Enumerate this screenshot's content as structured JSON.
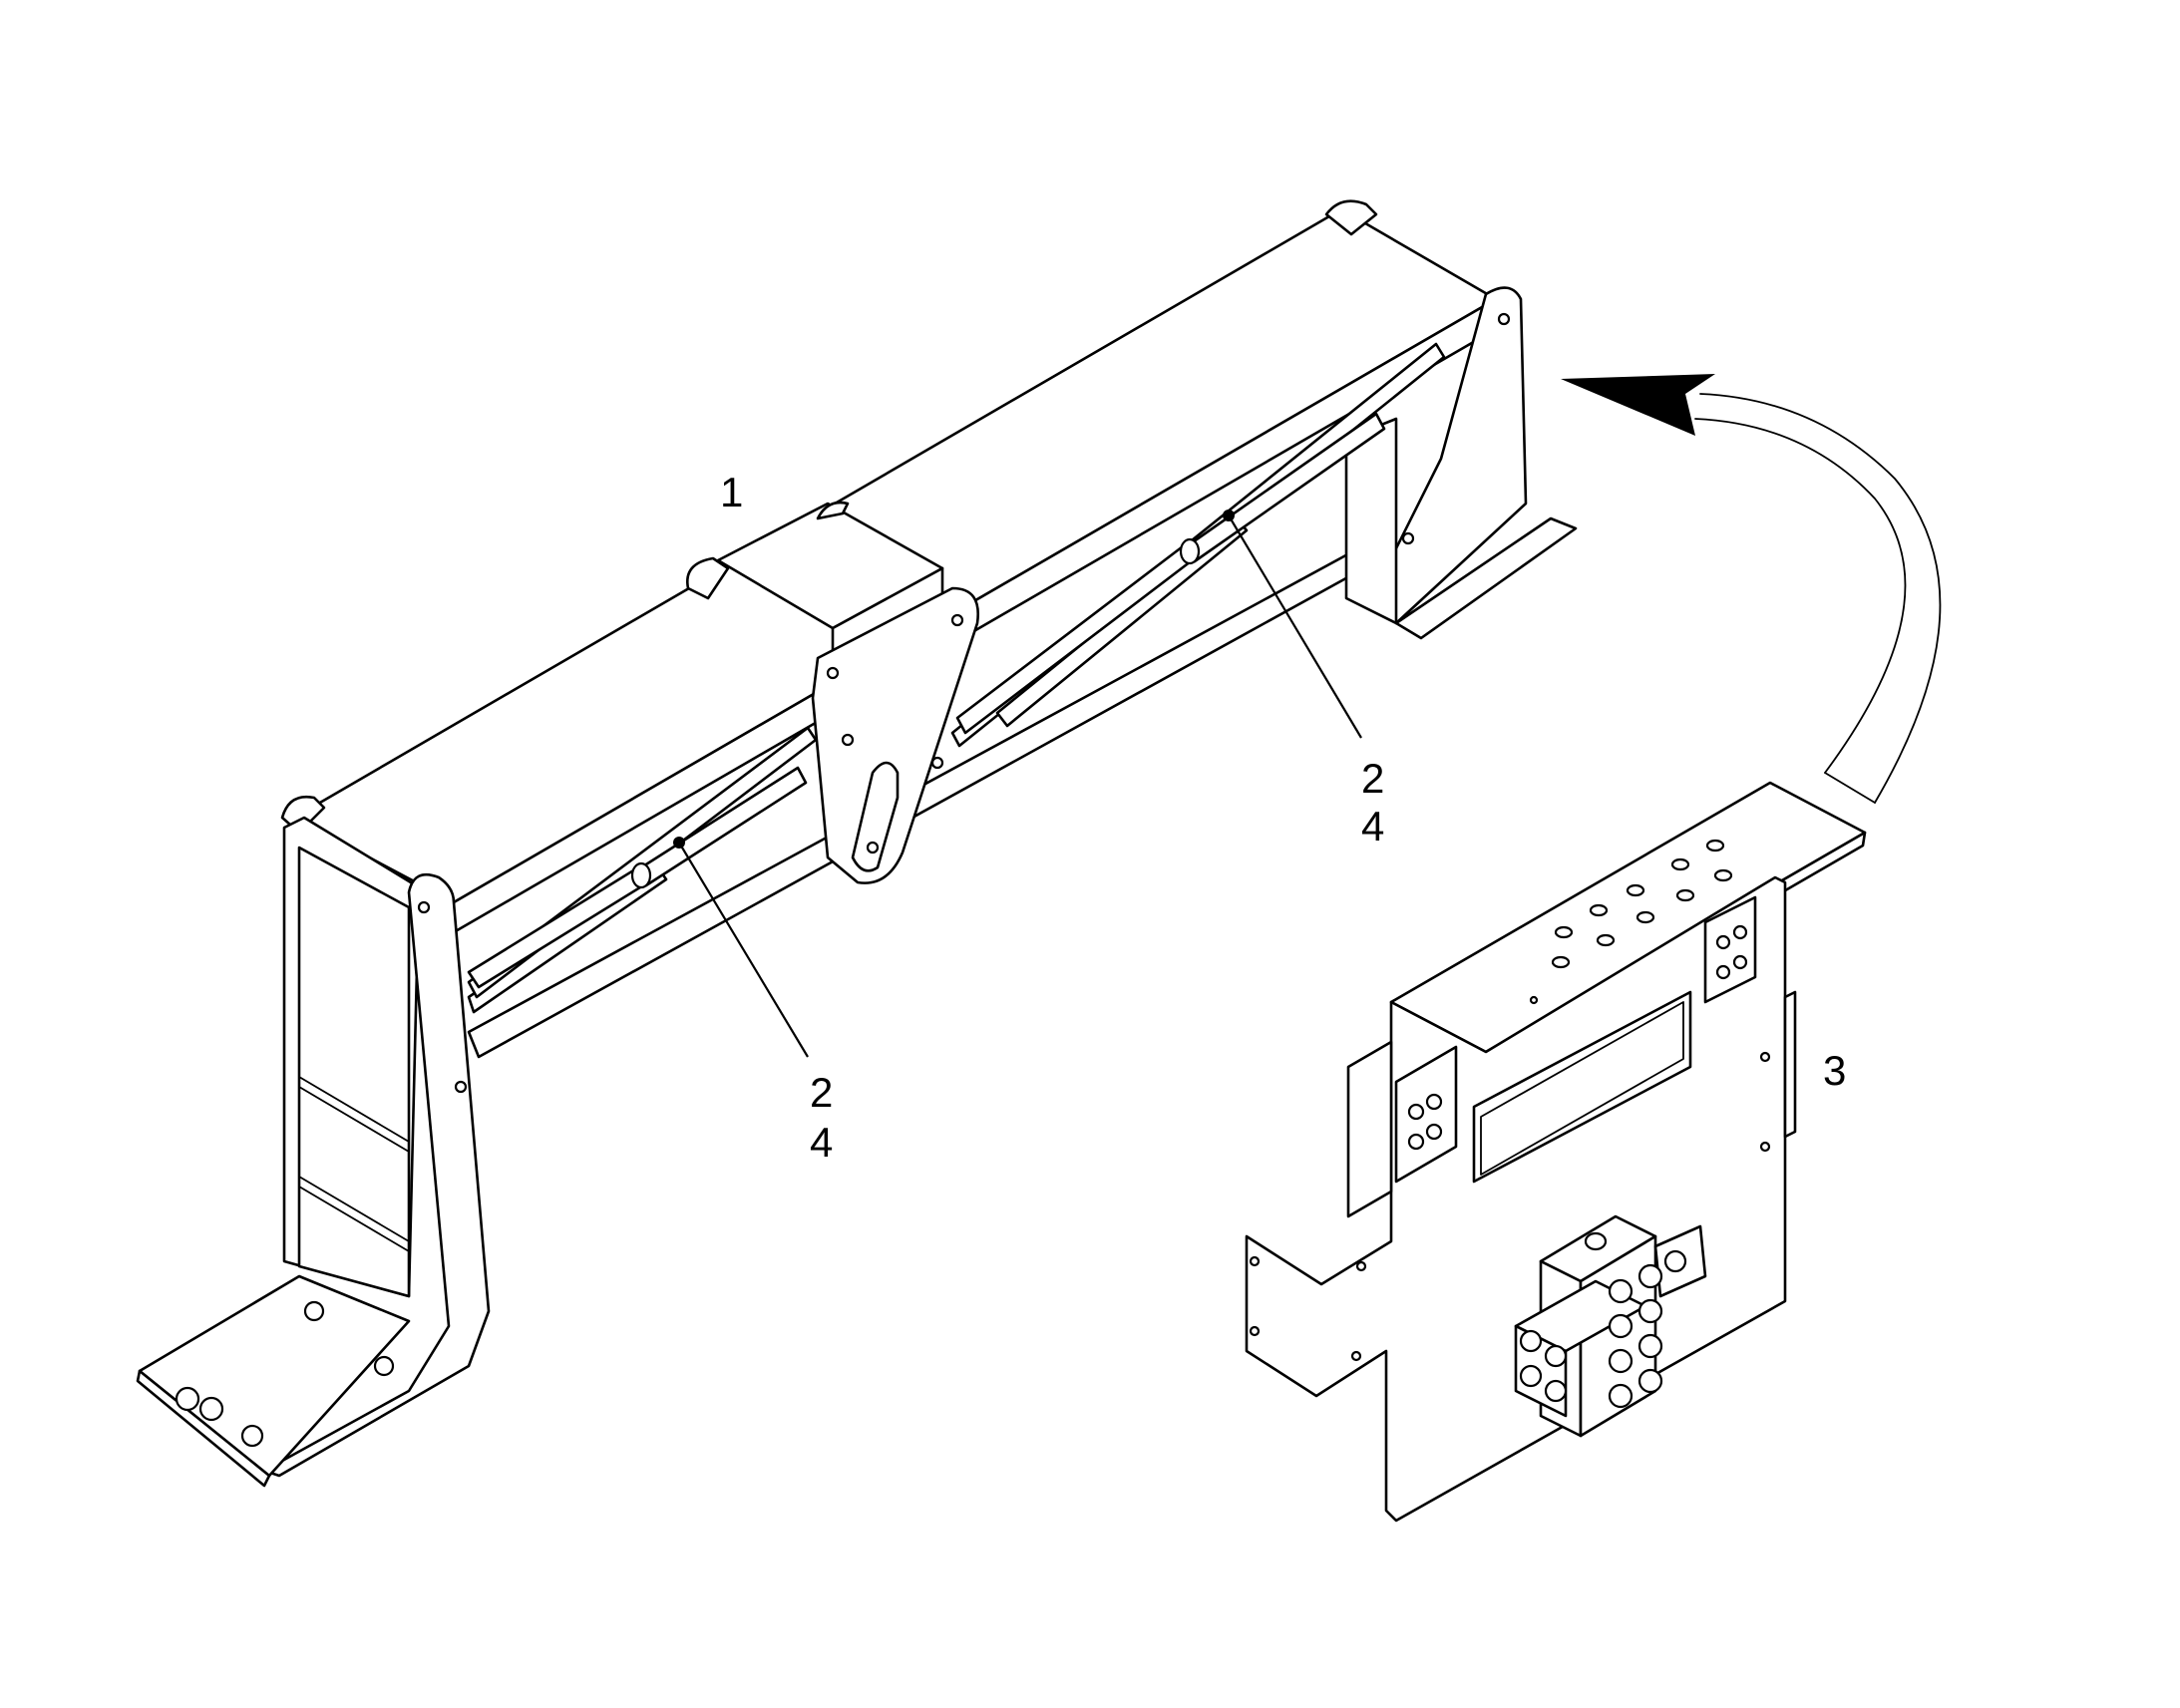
{
  "diagram": {
    "line_color": "#000000",
    "background": "#ffffff",
    "callouts": [
      {
        "id": "c1",
        "text": "1"
      },
      {
        "id": "c2a_top",
        "text": "2"
      },
      {
        "id": "c2a_bot",
        "text": "4"
      },
      {
        "id": "c2b_top",
        "text": "2"
      },
      {
        "id": "c2b_bot",
        "text": "4"
      },
      {
        "id": "c3",
        "text": "3"
      }
    ],
    "arrow_icon": "curved-arrow-icon"
  }
}
